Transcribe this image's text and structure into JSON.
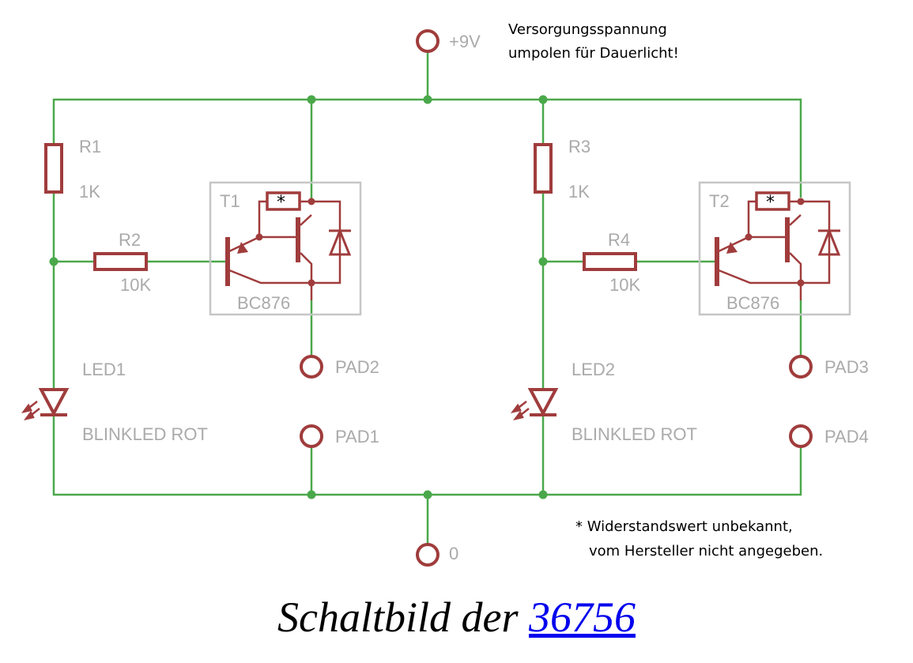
{
  "supply": {
    "label": "+9V",
    "note_line1": "Versorgungsspannung",
    "note_line2": "umpolen für Dauerlicht!"
  },
  "ground": {
    "label": "0"
  },
  "resistors": {
    "r1": {
      "name": "R1",
      "value": "1K"
    },
    "r2": {
      "name": "R2",
      "value": "10K"
    },
    "r3": {
      "name": "R3",
      "value": "1K"
    },
    "r4": {
      "name": "R4",
      "value": "10K"
    }
  },
  "transistors": {
    "t1": {
      "name": "T1",
      "type": "BC876",
      "marker": "*"
    },
    "t2": {
      "name": "T2",
      "type": "BC876",
      "marker": "*"
    }
  },
  "leds": {
    "led1": {
      "name": "LED1",
      "desc": "BLINKLED ROT"
    },
    "led2": {
      "name": "LED2",
      "desc": "BLINKLED ROT"
    }
  },
  "pads": {
    "pad1": "PAD1",
    "pad2": "PAD2",
    "pad3": "PAD3",
    "pad4": "PAD4"
  },
  "footnote": {
    "line1": "* Widerstandswert unbekannt,",
    "line2": "vom Hersteller nicht angegeben."
  },
  "caption": {
    "text": "Schaltbild der ",
    "link": "36756"
  },
  "colors": {
    "wire": "#4aa84a",
    "component": "#a03c3c",
    "label": "#aaaaaa",
    "link": "#0000ee"
  }
}
